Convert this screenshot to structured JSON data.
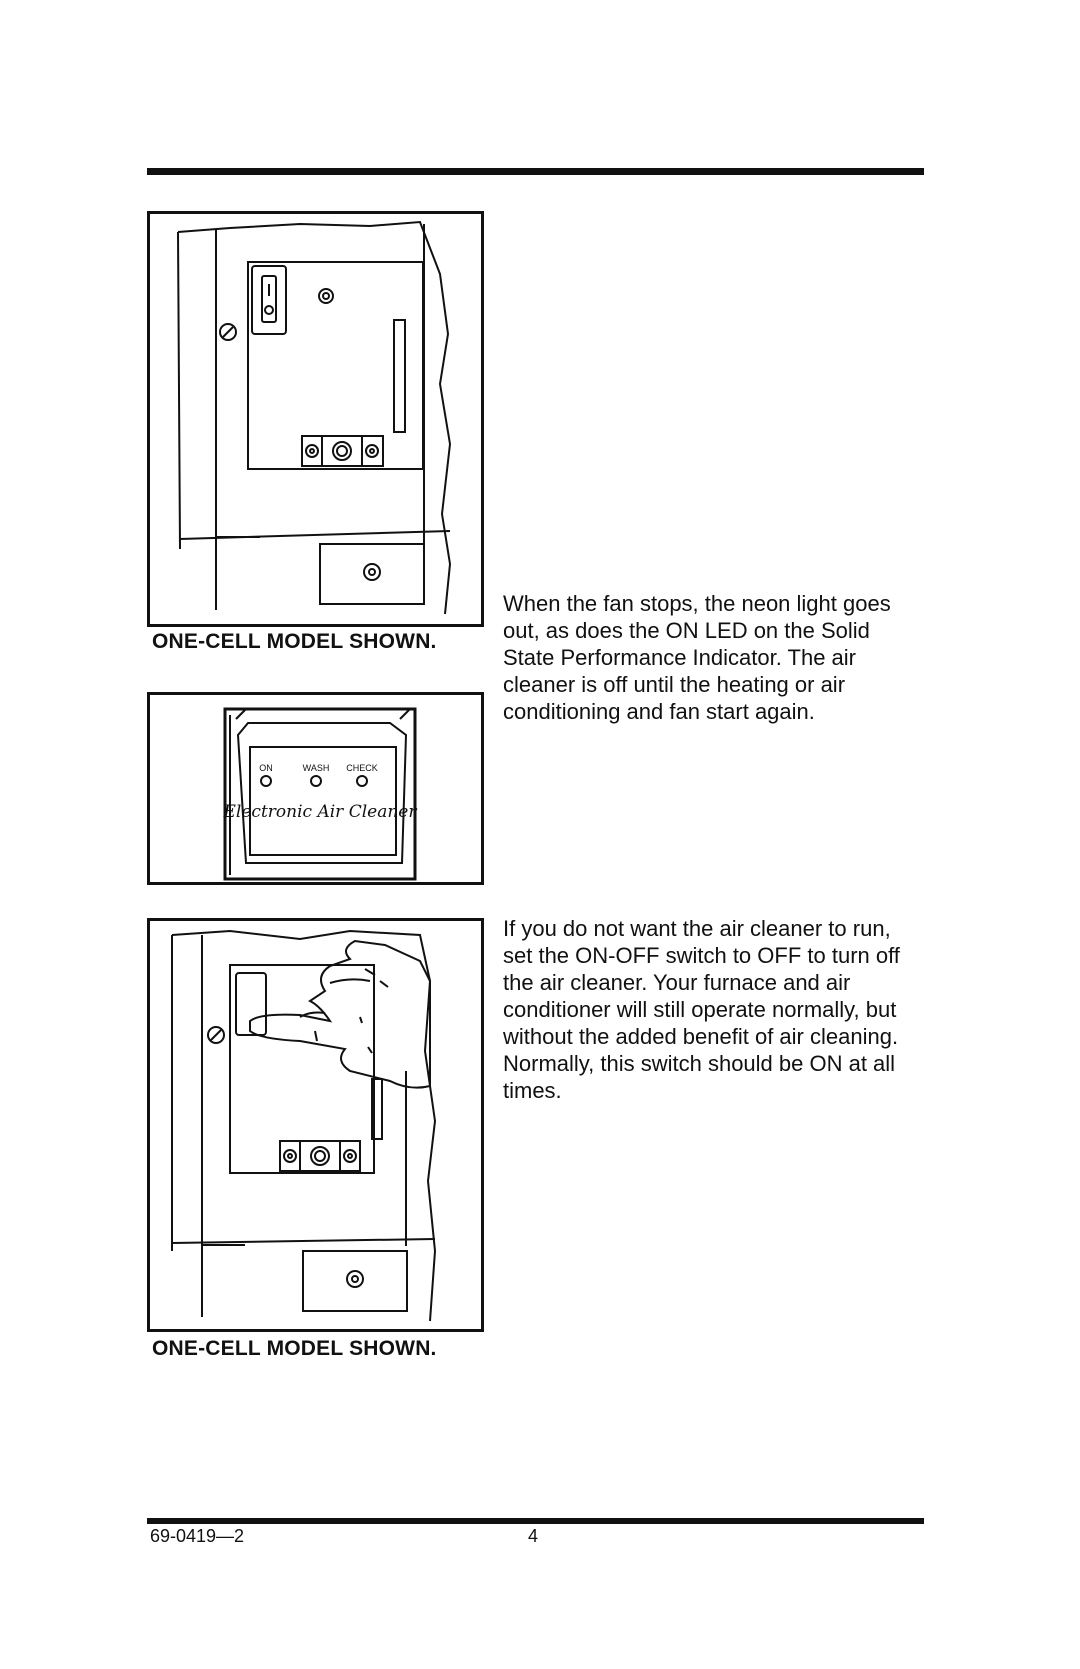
{
  "figures": [
    {
      "caption": "ONE-CELL MODEL SHOWN."
    },
    {
      "indicator": {
        "led_labels": [
          "ON",
          "WASH",
          "CHECK"
        ],
        "logo_text": "Electronic Air Cleaner"
      }
    },
    {
      "caption": "ONE-CELL MODEL SHOWN."
    }
  ],
  "paragraphs": [
    "When the fan stops, the neon light goes out, as does the ON LED on the Solid State Performance Indicator. The air cleaner is off until the heating or air conditioning and fan start again.",
    "If you do not want the air cleaner to run, set the ON-OFF switch to OFF to turn off the air cleaner. Your furnace and air conditioner will still operate normally, but without the added benefit of air cleaning. Normally, this switch should be ON at all times."
  ],
  "footer": {
    "doc_id": "69-0419—2",
    "page_number": "4"
  }
}
